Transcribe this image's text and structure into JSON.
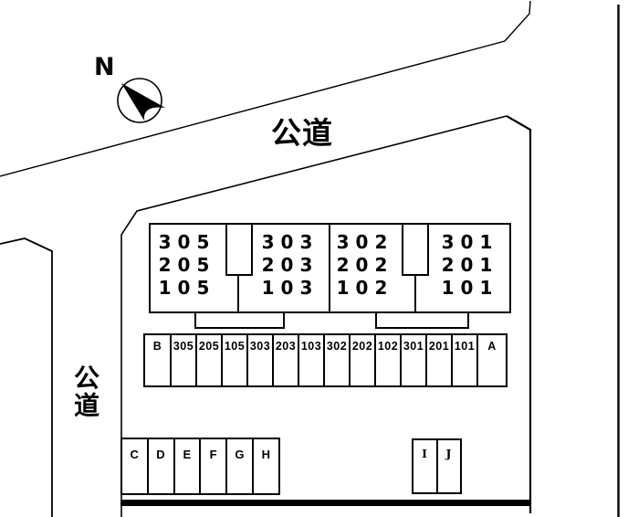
{
  "compass": {
    "north_label": "N"
  },
  "roads": {
    "top_road_label": "公道",
    "left_road_label": "公道"
  },
  "building": {
    "sections": [
      {
        "units": [
          "305",
          "205",
          "105"
        ]
      },
      {
        "units": [
          "303",
          "203",
          "103"
        ]
      },
      {
        "units": [
          "302",
          "202",
          "102"
        ]
      },
      {
        "units": [
          "301",
          "201",
          "101"
        ]
      }
    ]
  },
  "parking": {
    "main_row": [
      "B",
      "305",
      "205",
      "105",
      "303",
      "203",
      "103",
      "302",
      "202",
      "102",
      "301",
      "201",
      "101",
      "A"
    ],
    "lower_left_row": [
      "C",
      "D",
      "E",
      "F",
      "G",
      "H"
    ],
    "lower_right_row": [
      "I",
      "J"
    ]
  },
  "colors": {
    "line": "#000000",
    "background": "#ffffff"
  }
}
